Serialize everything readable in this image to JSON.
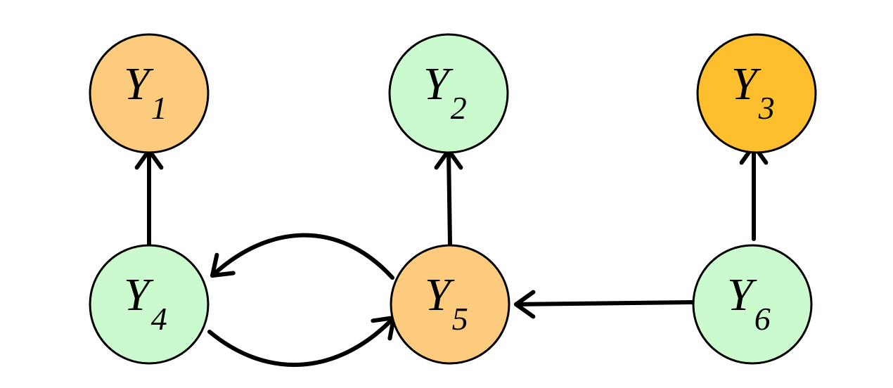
{
  "colors": {
    "light_orange": "#FCCB7E",
    "orange": "#FDBF2E",
    "light_green": "#CCFACF",
    "stroke": "#000000"
  },
  "nodes": [
    {
      "id": "Y1",
      "letter": "Y",
      "sub": "1",
      "color": "#FCCB7E"
    },
    {
      "id": "Y2",
      "letter": "Y",
      "sub": "2",
      "color": "#CCFACF"
    },
    {
      "id": "Y3",
      "letter": "Y",
      "sub": "3",
      "color": "#FDBF2E"
    },
    {
      "id": "Y4",
      "letter": "Y",
      "sub": "4",
      "color": "#CCFACF"
    },
    {
      "id": "Y5",
      "letter": "Y",
      "sub": "5",
      "color": "#FCCB7E"
    },
    {
      "id": "Y6",
      "letter": "Y",
      "sub": "6",
      "color": "#CCFACF"
    }
  ],
  "edges": [
    {
      "from": "Y4",
      "to": "Y1"
    },
    {
      "from": "Y5",
      "to": "Y2"
    },
    {
      "from": "Y6",
      "to": "Y3"
    },
    {
      "from": "Y5",
      "to": "Y4"
    },
    {
      "from": "Y4",
      "to": "Y5"
    },
    {
      "from": "Y6",
      "to": "Y5"
    }
  ]
}
